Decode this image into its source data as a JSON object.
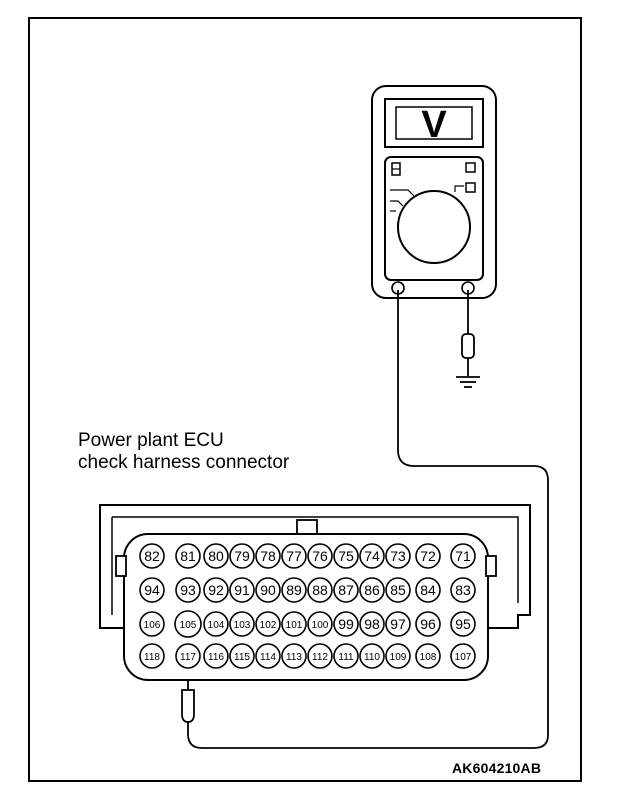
{
  "connector": {
    "title_line1": "Power plant ECU",
    "title_line2": "check harness connector",
    "rows": [
      [
        "82",
        "81",
        "80",
        "79",
        "78",
        "77",
        "76",
        "75",
        "74",
        "73",
        "72",
        "71"
      ],
      [
        "94",
        "93",
        "92",
        "91",
        "90",
        "89",
        "88",
        "87",
        "86",
        "85",
        "84",
        "83"
      ],
      [
        "106",
        "105",
        "104",
        "103",
        "102",
        "101",
        "100",
        "99",
        "98",
        "97",
        "96",
        "95"
      ],
      [
        "118",
        "117",
        "116",
        "115",
        "114",
        "113",
        "112",
        "111",
        "110",
        "109",
        "108",
        "107"
      ]
    ],
    "probed_pin": "117"
  },
  "meter": {
    "mode_symbol": "V"
  },
  "figure_code": "AK604210AB"
}
